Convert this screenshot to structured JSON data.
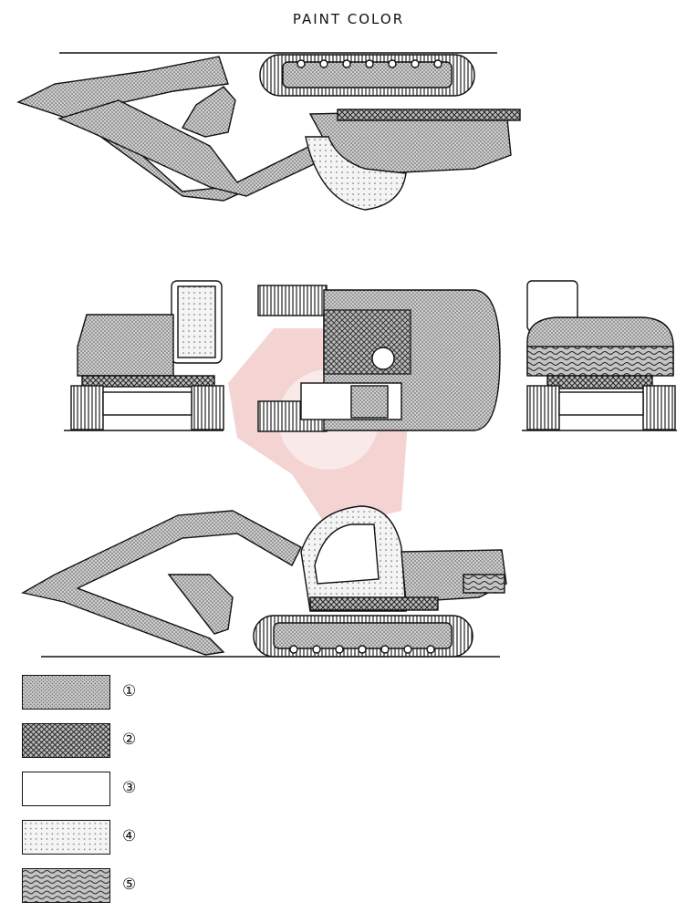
{
  "title": "PAINT COLOR",
  "watermark_color": "#e8a0a0",
  "legend": [
    {
      "number": "①",
      "pattern": "fine-stipple"
    },
    {
      "number": "②",
      "pattern": "crosshatch"
    },
    {
      "number": "③",
      "pattern": "blank"
    },
    {
      "number": "④",
      "pattern": "sparse-dots"
    },
    {
      "number": "⑤",
      "pattern": "waves"
    }
  ]
}
